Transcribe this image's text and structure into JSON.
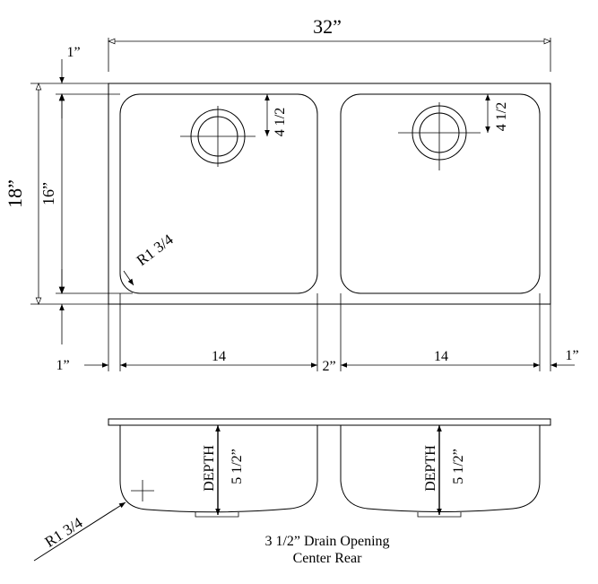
{
  "top_view": {
    "overall_width": "32”",
    "overall_depth": "18”",
    "bowl_depth": "16”",
    "top_margin": "1”",
    "bottom_margin": "1”",
    "left_margin": "1”",
    "right_margin": "1”",
    "left_bowl_width": "14",
    "right_bowl_width": "14",
    "divider_width": "2”",
    "drain_offset_left": "4 1/2",
    "drain_offset_right": "4 1/2",
    "corner_radius": "R1  3/4"
  },
  "section_view": {
    "depth_label_left": "DEPTH",
    "depth_value_left": "5 1/2”",
    "depth_label_right": "DEPTH",
    "depth_value_right": "5 1/2”",
    "corner_radius": "R1  3/4"
  },
  "note": {
    "line1": "3 1/2” Drain Opening",
    "line2": "Center Rear"
  }
}
